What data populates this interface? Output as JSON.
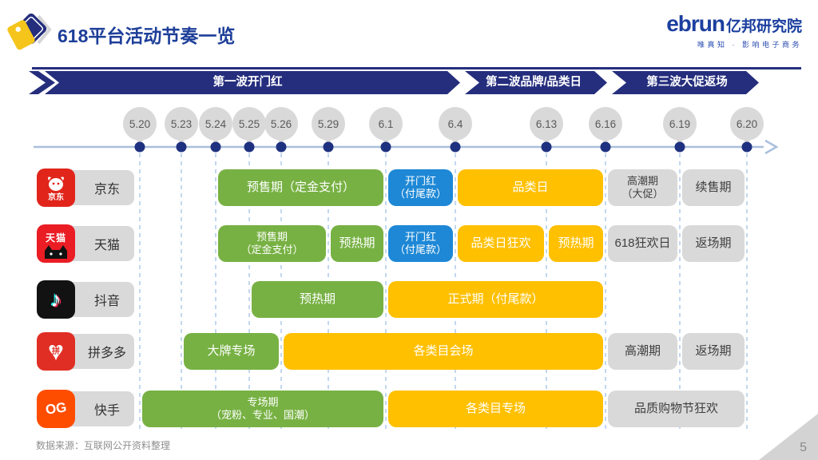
{
  "header": {
    "title": "618平台活动节奏一览",
    "brand_en": "ebrun",
    "brand_cn": "亿邦研究院",
    "brand_tagline": "唯真知 · 影响电子商务"
  },
  "banners": [
    {
      "label": "第一波开门红"
    },
    {
      "label": "第二波品牌/品类日"
    },
    {
      "label": "第三波大促返场"
    }
  ],
  "timeline": {
    "dates": [
      "5.20",
      "5.23",
      "5.24",
      "5.25",
      "5.26",
      "5.29",
      "6.1",
      "6.4",
      "6.13",
      "6.16",
      "6.19",
      "6.20"
    ]
  },
  "colors": {
    "navy": "#252e7d",
    "green": "#77b143",
    "blue": "#1e88d6",
    "yellow": "#ffc000",
    "gray": "#d9d9d9",
    "dot": "#1e3180",
    "axis": "#a9bfdd",
    "grid": "#c3d7ef"
  },
  "icons": {
    "jd_text": "京东",
    "tmall_text": "天猫",
    "douyin_glyph": "♪",
    "pdd_glyph": "♥",
    "pdd_center": "拼",
    "kuaishou_glyph": "OG"
  },
  "platforms": [
    {
      "name": "京东",
      "icon": "jd",
      "bars": [
        {
          "label": "预售期（定金支付）",
          "color": "green",
          "from": "5.24",
          "to": "6.1"
        },
        {
          "label": "开门红\n（付尾款）",
          "color": "blue",
          "from": "6.1",
          "to": "6.4"
        },
        {
          "label": "品类日",
          "color": "yellow",
          "from": "6.4",
          "to": "6.16"
        },
        {
          "label": "高潮期\n（大促）",
          "color": "gray",
          "from": "6.16",
          "to": "6.19"
        },
        {
          "label": "续售期",
          "color": "gray",
          "from": "6.19",
          "to": "6.20"
        }
      ]
    },
    {
      "name": "天猫",
      "icon": "tmall",
      "bars": [
        {
          "label": "预售期\n（定金支付）",
          "color": "green",
          "from": "5.24",
          "to": "5.29"
        },
        {
          "label": "预热期",
          "color": "green",
          "from": "5.29",
          "to": "6.1"
        },
        {
          "label": "开门红\n（付尾款）",
          "color": "blue",
          "from": "6.1",
          "to": "6.4"
        },
        {
          "label": "品类日狂欢",
          "color": "yellow",
          "from": "6.4",
          "to": "6.13"
        },
        {
          "label": "预热期",
          "color": "yellow",
          "from": "6.13",
          "to": "6.16"
        },
        {
          "label": "618狂欢日",
          "color": "gray",
          "from": "6.16",
          "to": "6.19"
        },
        {
          "label": "返场期",
          "color": "gray",
          "from": "6.19",
          "to": "6.20"
        }
      ]
    },
    {
      "name": "抖音",
      "icon": "douyin",
      "bars": [
        {
          "label": "预热期",
          "color": "green",
          "from": "5.25",
          "to": "6.1"
        },
        {
          "label": "正式期（付尾款）",
          "color": "yellow",
          "from": "6.1",
          "to": "6.16"
        }
      ]
    },
    {
      "name": "拼多多",
      "icon": "pdd",
      "bars": [
        {
          "label": "大牌专场",
          "color": "green",
          "from": "5.23",
          "to": "5.26"
        },
        {
          "label": "各类目会场",
          "color": "yellow",
          "from": "5.26",
          "to": "6.16"
        },
        {
          "label": "高潮期",
          "color": "gray",
          "from": "6.16",
          "to": "6.19"
        },
        {
          "label": "返场期",
          "color": "gray",
          "from": "6.19",
          "to": "6.20"
        }
      ]
    },
    {
      "name": "快手",
      "icon": "kuaishou",
      "bars": [
        {
          "label": "专场期\n（宠粉、专业、国潮）",
          "color": "green",
          "from": "5.20",
          "to": "6.1"
        },
        {
          "label": "各类目专场",
          "color": "yellow",
          "from": "6.1",
          "to": "6.16"
        },
        {
          "label": "品质购物节狂欢",
          "color": "gray",
          "from": "6.16",
          "to": "6.20"
        }
      ]
    }
  ],
  "footer": {
    "source": "数据来源：互联网公开资料整理",
    "page": "5"
  }
}
